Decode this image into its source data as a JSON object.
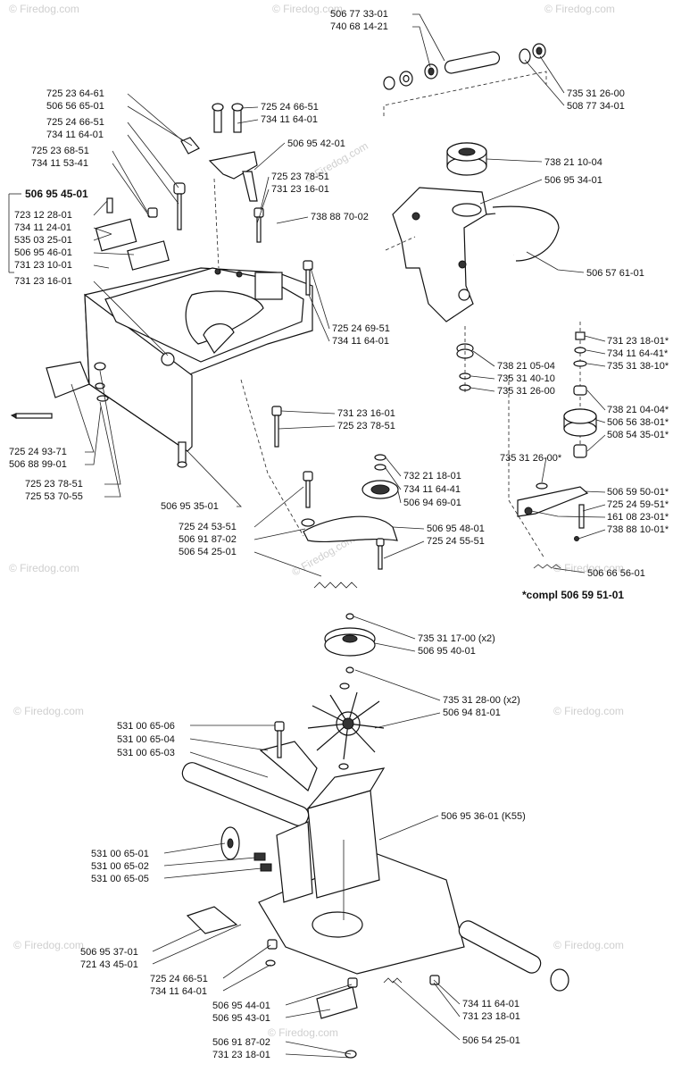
{
  "watermark": "© Firedog.com",
  "callouts": {
    "top": {
      "r1": "506 77 33-01",
      "r2": "740 68 14-21",
      "r3": "735 31 26-00",
      "r4": "508 77 34-01",
      "r5": "738 21 10-04",
      "r6": "506 95 34-01",
      "r7": "506 57 61-01",
      "r8": "738 88 70-02",
      "r9": "731 23 18-01*",
      "r10": "734 11 64-41*",
      "r11": "735 31 38-10*",
      "r12": "738 21 04-04*",
      "r13": "506 56 38-01*",
      "r14": "508 54 35-01*",
      "r15": "735 31 26-00*",
      "r16": "506 59 50-01*",
      "r17": "725 24 59-51*",
      "r18": "161 08 23-01*",
      "r19": "738 88 10-01*",
      "r20": "506 66 56-01",
      "r21": "738 21 05-04",
      "r22": "735 31 40-10",
      "r23": "735 31 26-00"
    },
    "left": {
      "l1": "725 23 64-61",
      "l2": "506 56 65-01",
      "l3": "725 24 66-51",
      "l4": "734 11 64-01",
      "l5": "725 23 68-51",
      "l6": "734 11 53-41",
      "group": "506 95 45-01",
      "g1": "723 12 28-01",
      "g2": "734 11 24-01",
      "g3": "535 03 25-01",
      "g4": "506 95 46-01",
      "g5": "731 23 10-01",
      "l7": "731 23 16-01",
      "l8": "725 24 93-71",
      "l9": "506 88 99-01",
      "l10": "725 23 78-51",
      "l11": "725 53 70-55",
      "l12": "506 95 35-01"
    },
    "center": {
      "c1": "725 24 66-51",
      "c2": "734 11 64-01",
      "c3": "506 95 42-01",
      "c4": "725 23 78-51",
      "c5": "731 23 16-01",
      "c6": "725 24 69-51",
      "c7": "734 11 64-01",
      "c8": "731 23 16-01",
      "c9": "725 23 78-51",
      "c10": "732 21 18-01",
      "c11": "734 11 64-41",
      "c12": "506 94 69-01",
      "c13": "725 24 53-51",
      "c14": "506 91 87-02",
      "c15": "506 54 25-01",
      "c16": "506 95 48-01",
      "c17": "725 24 55-51"
    },
    "compl": "*compl 506 59 51-01",
    "bottom": {
      "b1": "735 31 17-00 (x2)",
      "b2": "506 95 40-01",
      "b3": "735 31 28-00 (x2)",
      "b4": "506 94 81-01",
      "b5": "531 00 65-06",
      "b6": "531 00 65-04",
      "b7": "531 00 65-03",
      "b8": "506 95 36-01 (K55)",
      "b9": "531 00 65-01",
      "b10": "531 00 65-02",
      "b11": "531 00 65-05",
      "b12": "506 95 37-01",
      "b13": "721 43 45-01",
      "b14": "725 24 66-51",
      "b15": "734 11 64-01",
      "b16": "506 95 44-01",
      "b17": "506 95 43-01",
      "b18": "506 91 87-02",
      "b19": "731 23 18-01",
      "b20": "734 11 64-01",
      "b21": "731 23 18-01",
      "b22": "506 54 25-01"
    }
  }
}
